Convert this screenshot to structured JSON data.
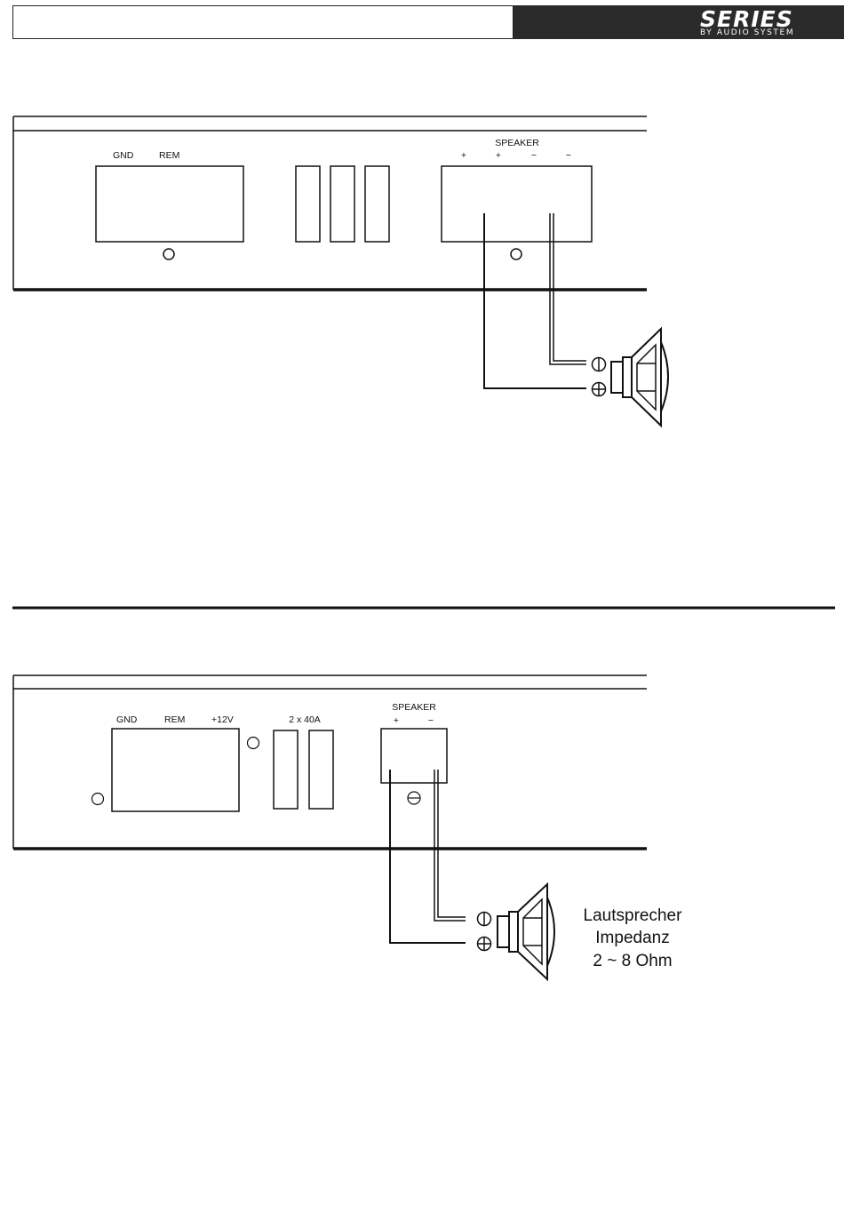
{
  "brand": {
    "name": "SERIES",
    "tagline": "BY AUDIO SYSTEM"
  },
  "diagram1": {
    "power_labels": [
      "GND",
      "REM"
    ],
    "speaker_title": "SPEAKER",
    "speaker_terminals": [
      "+",
      "+",
      "−",
      "−"
    ]
  },
  "diagram2": {
    "power_labels": [
      "GND",
      "REM",
      "+12V"
    ],
    "fuse_label": "2 x 40A",
    "speaker_title": "SPEAKER",
    "speaker_terminals": [
      "+",
      "−"
    ],
    "speaker_caption": [
      "Lautsprecher",
      "Impedanz",
      "2 ~ 8 Ohm"
    ]
  },
  "icons": [
    "minus-terminal-icon",
    "plus-terminal-icon",
    "speaker-icon"
  ]
}
